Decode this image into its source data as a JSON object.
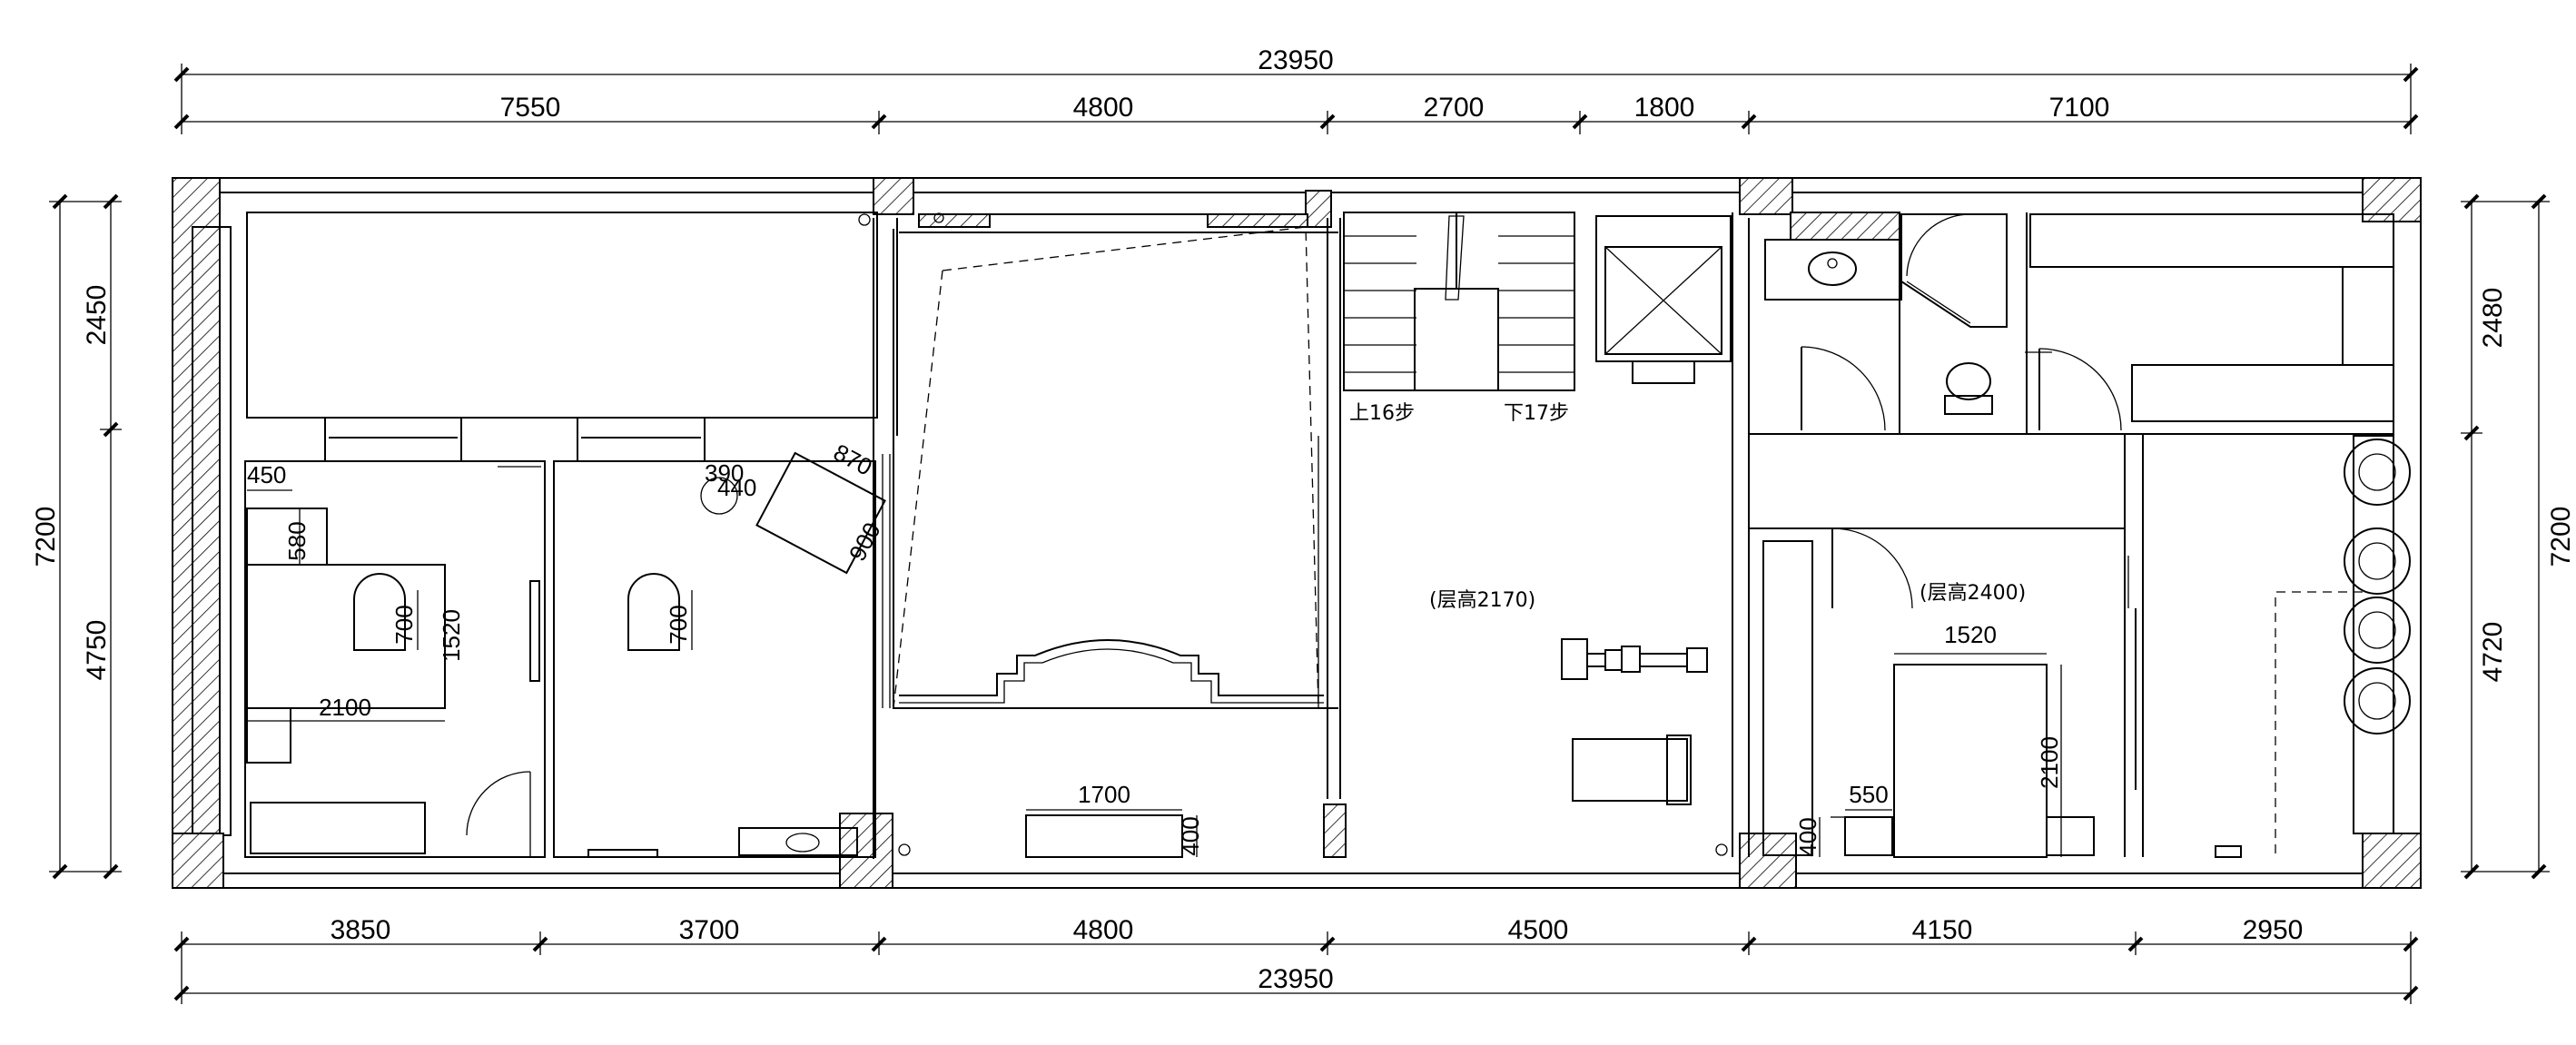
{
  "plan": {
    "dims": {
      "top_total": "23950",
      "top_segments": [
        "7550",
        "4800",
        "2700",
        "1800",
        "7100"
      ],
      "bottom_segments": [
        "3850",
        "3700",
        "4800",
        "4500",
        "4150",
        "2950"
      ],
      "bottom_total": "23950",
      "left_total": "7200",
      "left_segments": [
        "2450",
        "4750"
      ],
      "right_total": "7200",
      "right_segments": [
        "2480",
        "4720"
      ]
    },
    "labels": {
      "stairs_up": "上16步",
      "stairs_down": "下17步",
      "height_gym": "(层高2170)",
      "height_bedroom": "(层高2400)"
    },
    "interior": {
      "d450": "450",
      "d580": "580",
      "d700a": "700",
      "d1520a": "1520",
      "d2100a": "2100",
      "d700b": "700",
      "d390": "390",
      "d440": "440",
      "d870": "870",
      "d900": "900",
      "d1700": "1700",
      "d400a": "400",
      "d1520b": "1520",
      "d2100b": "2100",
      "d550": "550",
      "d400b": "400"
    }
  }
}
